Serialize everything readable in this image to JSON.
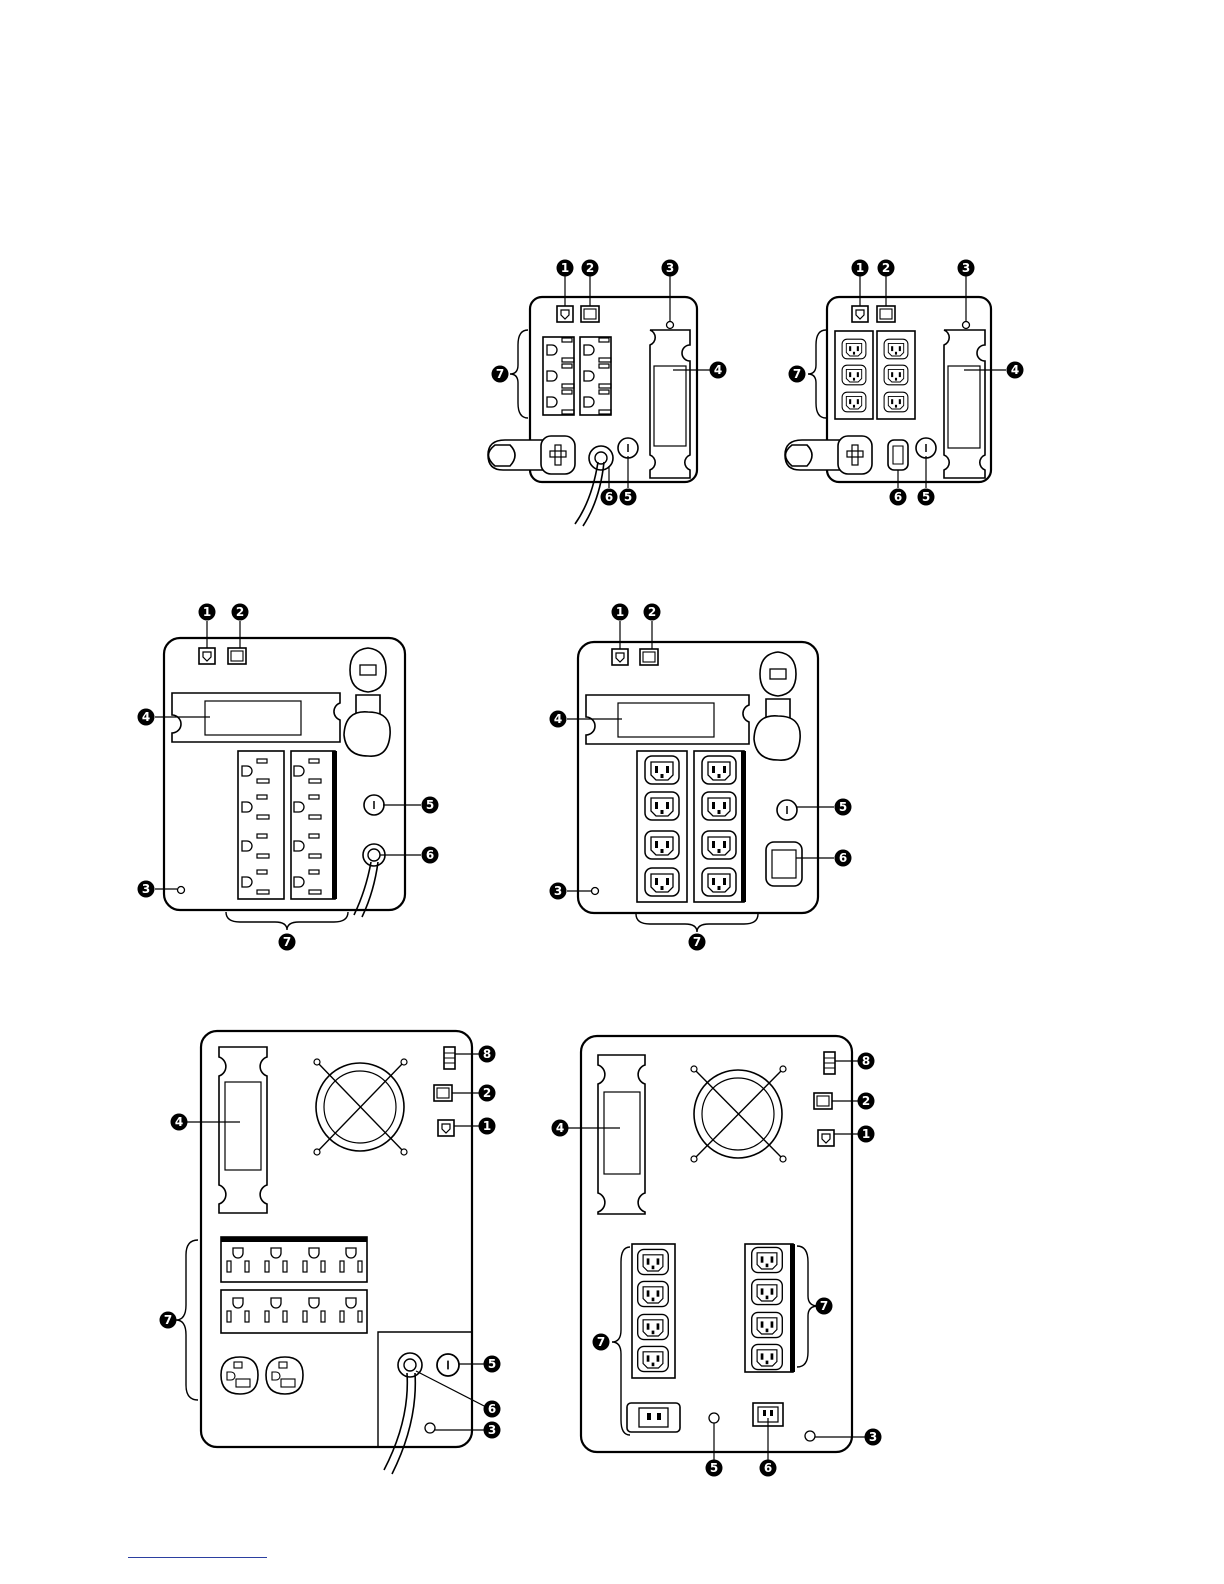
{
  "callouts": [
    "1",
    "2",
    "3",
    "4",
    "5",
    "6",
    "7",
    "8"
  ],
  "colors": {
    "ink": "#000000",
    "background": "#ffffff",
    "footer_rule": "#2b3fa0"
  }
}
